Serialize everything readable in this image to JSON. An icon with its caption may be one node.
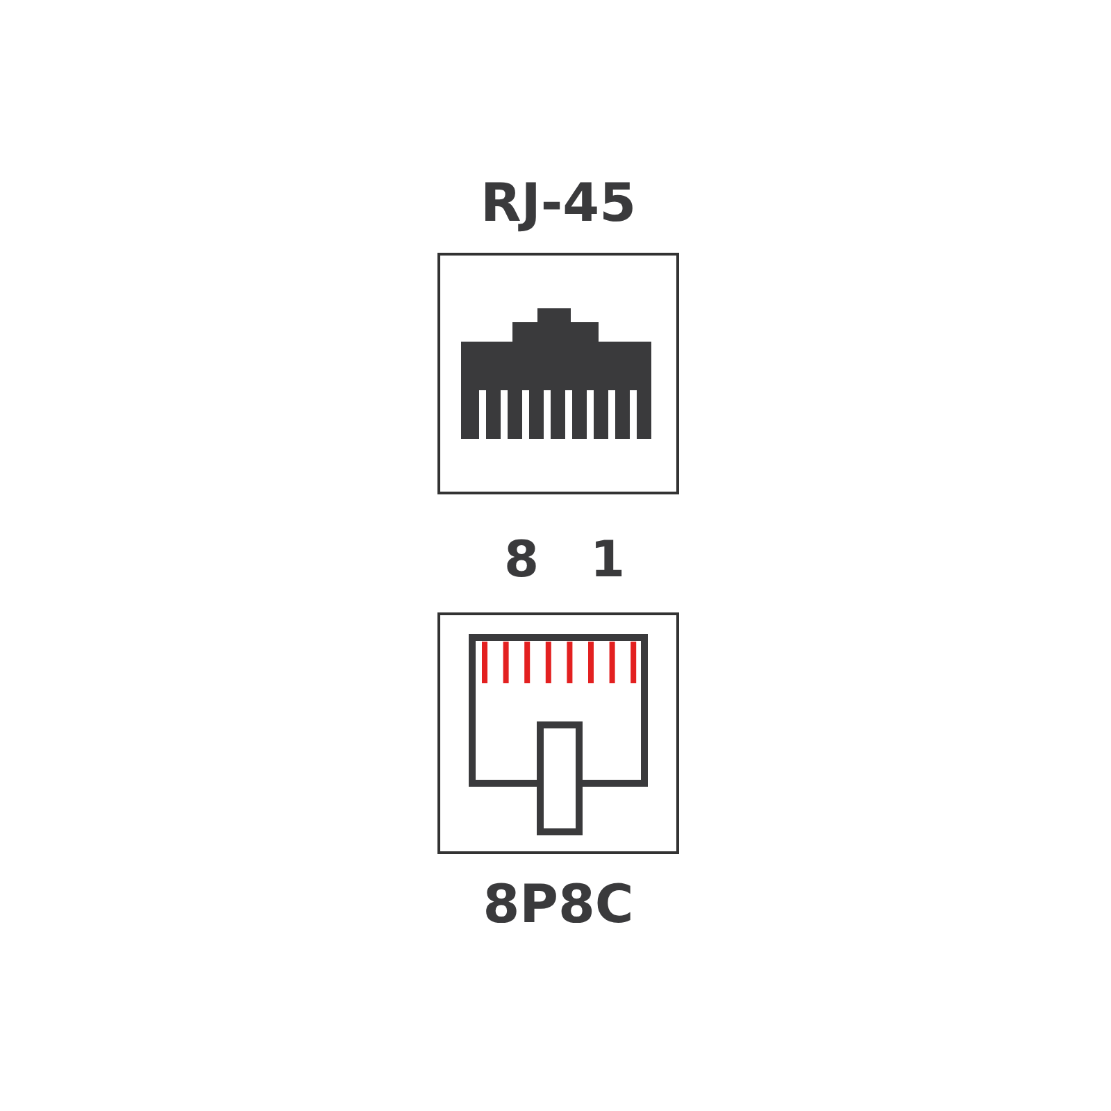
{
  "diagram": {
    "nodes": [
      {
        "text": [
          "RJ-45"
        ]
      },
      {
        "text": [
          "8P8C"
        ]
      }
    ],
    "labels": [
      "8",
      "1"
    ]
  }
}
